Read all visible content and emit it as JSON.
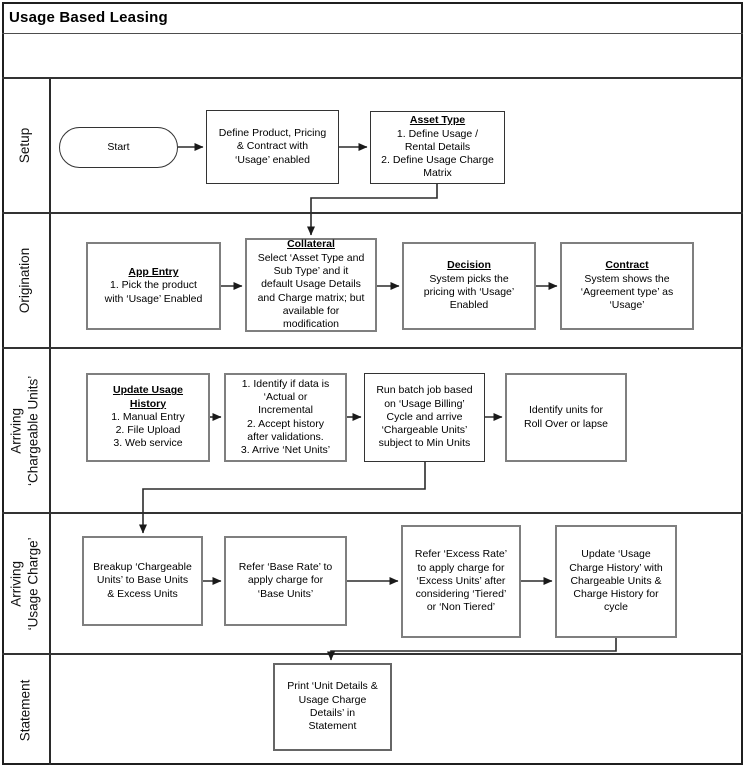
{
  "title": "Usage Based Leasing",
  "colors": {
    "box_border_gray": "#7f7f7f",
    "box_border_dark": "#333333",
    "lane_border": "#333333",
    "connector": "#2b2b2b"
  },
  "lanes": {
    "setup": {
      "label": "Setup"
    },
    "origination": {
      "label": "Origination"
    },
    "chargeable": {
      "label": "Arriving\n‘Chargeable Units’"
    },
    "usage_charge": {
      "label": "Arriving\n‘Usage Charge’"
    },
    "statement": {
      "label": "Statement"
    }
  },
  "nodes": {
    "start": {
      "label": "Start"
    },
    "define_product": {
      "body": "Define Product, Pricing\n& Contract with\n‘Usage’ enabled"
    },
    "asset_type": {
      "heading": "Asset Type",
      "body": "1. Define Usage /\nRental Details\n2. Define Usage Charge\nMatrix"
    },
    "app_entry": {
      "heading": "App Entry",
      "body": "1. Pick the product\nwith ‘Usage’ Enabled"
    },
    "collateral": {
      "heading": "Collateral",
      "body": "Select ‘Asset Type and\nSub Type’ and it\ndefault Usage Details\nand Charge matrix; but\navailable for\nmodification"
    },
    "decision": {
      "heading": "Decision",
      "body": "System picks the\npricing with ‘Usage’\nEnabled"
    },
    "contract": {
      "heading": "Contract",
      "body": "System shows the\n‘Agreement type’ as\n‘Usage’"
    },
    "update_usage_history": {
      "heading": "Update Usage\nHistory",
      "body": "1. Manual Entry\n2. File Upload\n3. Web service"
    },
    "identify_data": {
      "body": "1. Identify if data is\n‘Actual or\nIncremental\n2. Accept history\nafter validations.\n3. Arrive ‘Net Units’"
    },
    "run_batch": {
      "body": "Run batch job based\non ‘Usage Billing’\nCycle and arrive\n‘Chargeable Units’\nsubject to Min Units"
    },
    "identify_units": {
      "body": "Identify units for\nRoll Over or lapse"
    },
    "breakup": {
      "body": "Breakup ‘Chargeable\nUnits’ to Base Units\n& Excess Units"
    },
    "refer_base": {
      "body": "Refer ‘Base Rate’ to\napply charge for\n‘Base Units’"
    },
    "refer_excess": {
      "body": "Refer ‘Excess Rate’\nto apply charge for\n‘Excess Units’ after\nconsidering ‘Tiered’\nor ‘Non Tiered’"
    },
    "update_charge_history": {
      "body": "Update ‘Usage\nCharge History’ with\nChargeable Units &\nCharge History for\ncycle"
    },
    "print_statement": {
      "body": "Print ‘Unit Details &\nUsage Charge\nDetails’ in\nStatement"
    }
  }
}
